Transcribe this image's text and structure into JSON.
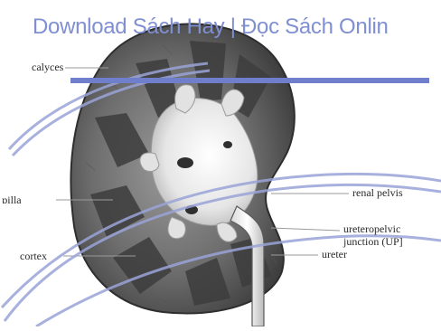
{
  "watermark": {
    "text": "Download Sách Hay | Đọc Sách Onlin",
    "color": "#7f8fd2"
  },
  "labels": {
    "calyces": "calyces",
    "papilla": "ɒilla",
    "cortex": "cortex",
    "renal_pelvis": "renal pelvis",
    "ureteropelvic_line1": "ureteropelvic",
    "ureteropelvic_line2": "junction (UP]",
    "ureter": "ureter"
  },
  "colors": {
    "tissue_dark": "#4a4a4a",
    "tissue_mid": "#8a8a8a",
    "pelvis_light": "#eeeeee",
    "watermark_stroke": "#9aa4d8"
  }
}
